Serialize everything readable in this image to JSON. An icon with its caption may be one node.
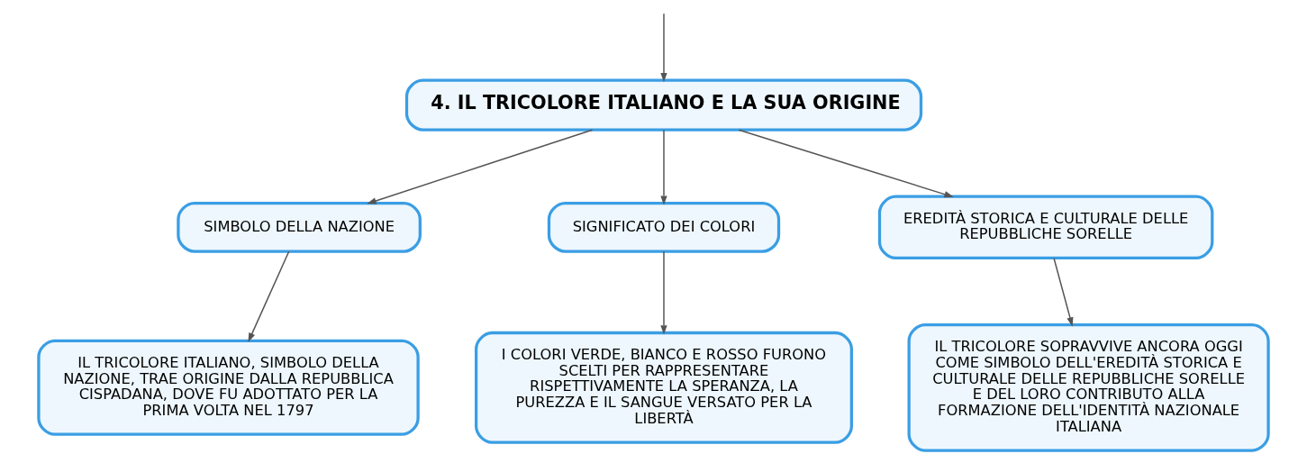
{
  "diagram": {
    "nodes": [
      {
        "text": [
          "4. IL TRICOLORE ITALIANO E LA SUA ORIGINE"
        ]
      },
      {
        "text": [
          "SIMBOLO DELLA NAZIONE"
        ]
      },
      {
        "text": [
          "SIGNIFICATO DEI COLORI"
        ]
      },
      {
        "text": [
          "EREDITÀ STORICA E CULTURALE DELLE REPUBBLICHE SORELLE"
        ]
      },
      {
        "text": [
          "IL TRICOLORE ITALIANO, SIMBOLO DELLA NAZIONE, TRAE ORIGINE DALLA REPUBBLICA CISPADANA, DOVE FU ADOTTATO PER LA PRIMA VOLTA NEL 1797"
        ]
      },
      {
        "text": [
          "I COLORI VERDE, BIANCO E ROSSO FURONO SCELTI PER RAPPRESENTARE RISPETTIVAMENTE LA SPERANZA, LA PUREZZA E IL SANGUE VERSATO PER LA LIBERTÀ"
        ]
      },
      {
        "text": [
          "IL TRICOLORE SOPRAVVIVE ANCORA OGGI COME SIMBOLO DELL'EREDITÀ STORICA E CULTURALE DELLE REPUBBLICHE SORELLE E DEL LORO CONTRIBUTO ALLA FORMAZIONE DELL'IDENTITÀ NAZIONALE ITALIANA"
        ]
      }
    ],
    "edges": [
      {
        "from": null,
        "to": 0,
        "arrow": "to"
      },
      {
        "from": 0,
        "to": 1,
        "arrow": "to"
      },
      {
        "from": 0,
        "to": 2,
        "arrow": "to"
      },
      {
        "from": 0,
        "to": 3,
        "arrow": "to"
      },
      {
        "from": 1,
        "to": 4,
        "arrow": "to"
      },
      {
        "from": 2,
        "to": 5,
        "arrow": "to"
      },
      {
        "from": 3,
        "to": 6,
        "arrow": "to"
      }
    ]
  }
}
